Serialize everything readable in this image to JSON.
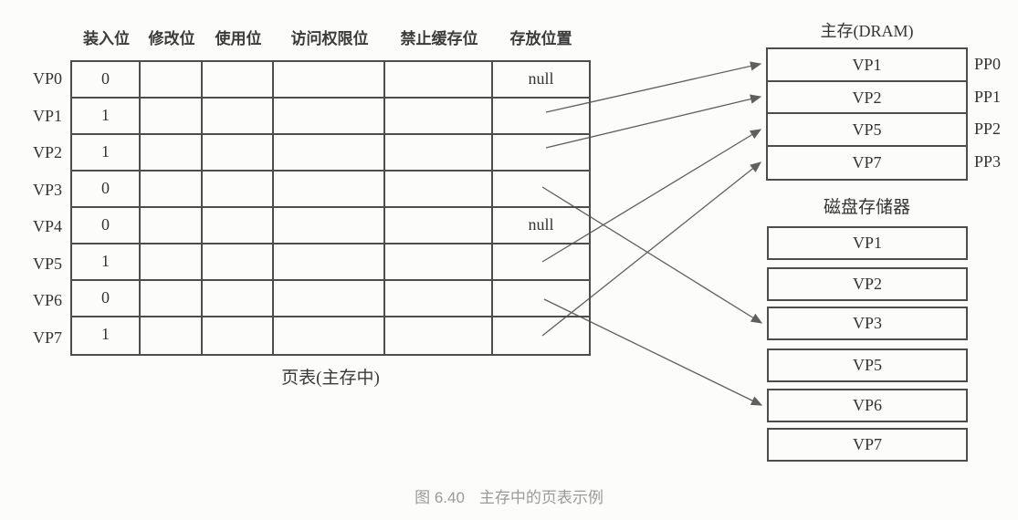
{
  "page_table": {
    "caption": "页表(主存中)",
    "columns": [
      "装入位",
      "修改位",
      "使用位",
      "访问权限位",
      "禁止缓存位",
      "存放位置"
    ],
    "rows": [
      {
        "label": "VP0",
        "load_bit": "0",
        "location": "null"
      },
      {
        "label": "VP1",
        "load_bit": "1",
        "location": ""
      },
      {
        "label": "VP2",
        "load_bit": "1",
        "location": ""
      },
      {
        "label": "VP3",
        "load_bit": "0",
        "location": ""
      },
      {
        "label": "VP4",
        "load_bit": "0",
        "location": "null"
      },
      {
        "label": "VP5",
        "load_bit": "1",
        "location": ""
      },
      {
        "label": "VP6",
        "load_bit": "0",
        "location": ""
      },
      {
        "label": "VP7",
        "load_bit": "1",
        "location": ""
      }
    ]
  },
  "dram": {
    "title": "主存(DRAM)",
    "rows": [
      {
        "page": "VP1",
        "frame": "PP0"
      },
      {
        "page": "VP2",
        "frame": "PP1"
      },
      {
        "page": "VP5",
        "frame": "PP2"
      },
      {
        "page": "VP7",
        "frame": "PP3"
      }
    ]
  },
  "disk": {
    "title": "磁盘存储器",
    "pages": [
      "VP1",
      "VP2",
      "VP3",
      "VP5",
      "VP6",
      "VP7"
    ]
  },
  "arrows": [
    {
      "from": "VP1",
      "to": "DRAM PP0 (VP1)"
    },
    {
      "from": "VP2",
      "to": "DRAM PP1 (VP2)"
    },
    {
      "from": "VP3",
      "to": "Disk VP3"
    },
    {
      "from": "VP5",
      "to": "DRAM PP2 (VP5)"
    },
    {
      "from": "VP6",
      "to": "Disk VP6"
    },
    {
      "from": "VP7",
      "to": "DRAM PP3 (VP7)"
    }
  ],
  "figure_caption": {
    "number": "图 6.40",
    "title": "主存中的页表示例"
  },
  "colors": {
    "line": "#4d4d4d",
    "text": "#333333",
    "arrow": "#5f5f5f",
    "caption": "#9a9a9a",
    "background": "#fcfcfb"
  }
}
